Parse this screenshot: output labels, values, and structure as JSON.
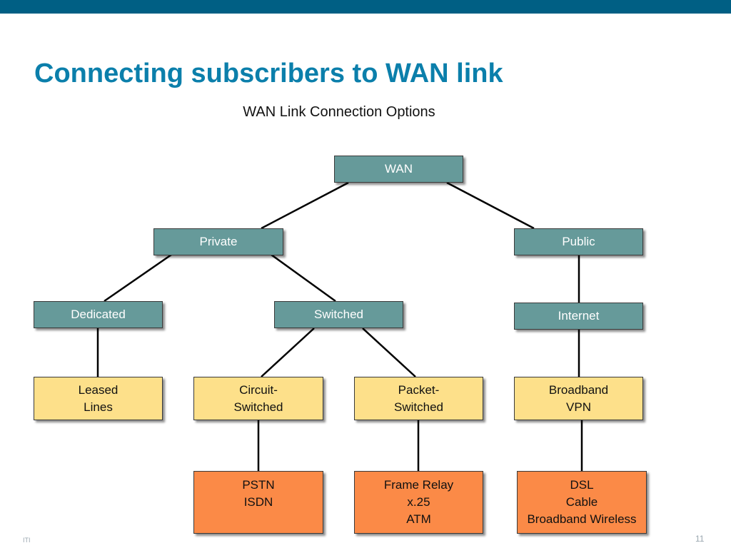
{
  "slide": {
    "title": "Connecting subscribers to WAN link",
    "diagram_title": "WAN Link Connection Options",
    "footer_left": "ITI",
    "page_number": "11"
  },
  "colors": {
    "header_bar": "#005f84",
    "title": "#0b7fab",
    "category_node": "#669a9a",
    "option_node": "#fde08a",
    "technology_node": "#fb8a47"
  },
  "diagram": {
    "nodes": {
      "wan": "WAN",
      "private": "Private",
      "public": "Public",
      "dedicated": "Dedicated",
      "switched": "Switched",
      "internet": "Internet",
      "leased_lines": "Leased\nLines",
      "circuit_switched": "Circuit-\nSwitched",
      "packet_switched": "Packet-\nSwitched",
      "broadband_vpn": "Broadband\nVPN",
      "pstn_isdn": "PSTN\nISDN",
      "frame_relay": "Frame Relay\nx.25\nATM",
      "dsl_cable": "DSL\nCable\nBroadband Wireless"
    },
    "edges": [
      [
        "wan",
        "private"
      ],
      [
        "wan",
        "public"
      ],
      [
        "private",
        "dedicated"
      ],
      [
        "private",
        "switched"
      ],
      [
        "public",
        "internet"
      ],
      [
        "dedicated",
        "leased_lines"
      ],
      [
        "switched",
        "circuit_switched"
      ],
      [
        "switched",
        "packet_switched"
      ],
      [
        "internet",
        "broadband_vpn"
      ],
      [
        "circuit_switched",
        "pstn_isdn"
      ],
      [
        "packet_switched",
        "frame_relay"
      ],
      [
        "broadband_vpn",
        "dsl_cable"
      ]
    ]
  }
}
